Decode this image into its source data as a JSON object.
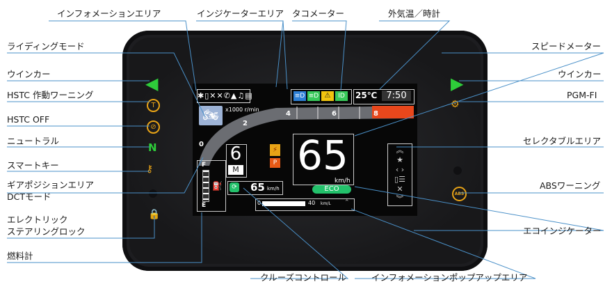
{
  "labels": {
    "info_area": "インフォメーションエリア",
    "indicator_area": "インジケーターエリア",
    "tachometer": "タコメーター",
    "ambient_clock": "外気温／時計",
    "riding_mode": "ライディングモード",
    "speedometer": "スピードメーター",
    "turn_signal_left": "ウインカー",
    "turn_signal_right": "ウインカー",
    "hstc_warning": "HSTC 作動ワーニング",
    "pgm_fi": "PGM-FI",
    "hstc_off": "HSTC OFF",
    "neutral": "ニュートラル",
    "selectable_area": "セレクタブルエリア",
    "smart_key": "スマートキー",
    "gear_position": "ギアポジションエリア",
    "dct_mode": "DCTモード",
    "abs_warning": "ABSワーニング",
    "electric_lock_1": "エレクトリック",
    "electric_lock_2": "ステアリングロック",
    "eco_indicator": "エコインジケーター",
    "fuel_gauge": "燃料計",
    "cruise_control": "クルーズコントロール",
    "info_popup": "インフォメーションポップアップエリア"
  },
  "screen": {
    "tacho_unit": "x1000 r/min",
    "tacho_ticks": [
      "0",
      "2",
      "4",
      "6",
      "8"
    ],
    "temperature": "25℃",
    "clock": "7:50",
    "gear": "6",
    "dct_mode": "M",
    "speed": "65",
    "speed_unit": "km/h",
    "eco": "ECO",
    "cruise_speed": "65",
    "cruise_unit": "km/h",
    "fuel_full": "F",
    "fuel_empty": "E",
    "popup_min": "0",
    "popup_max": "40",
    "popup_unit": "km/L",
    "neutral_symbol": "N",
    "abs_symbol": "ABS"
  },
  "colors": {
    "green_signal": "#2ecc3a",
    "amber": "#e8a316",
    "indicator_blue": "#2d7fd6",
    "tacho_red": "#e8471c"
  }
}
